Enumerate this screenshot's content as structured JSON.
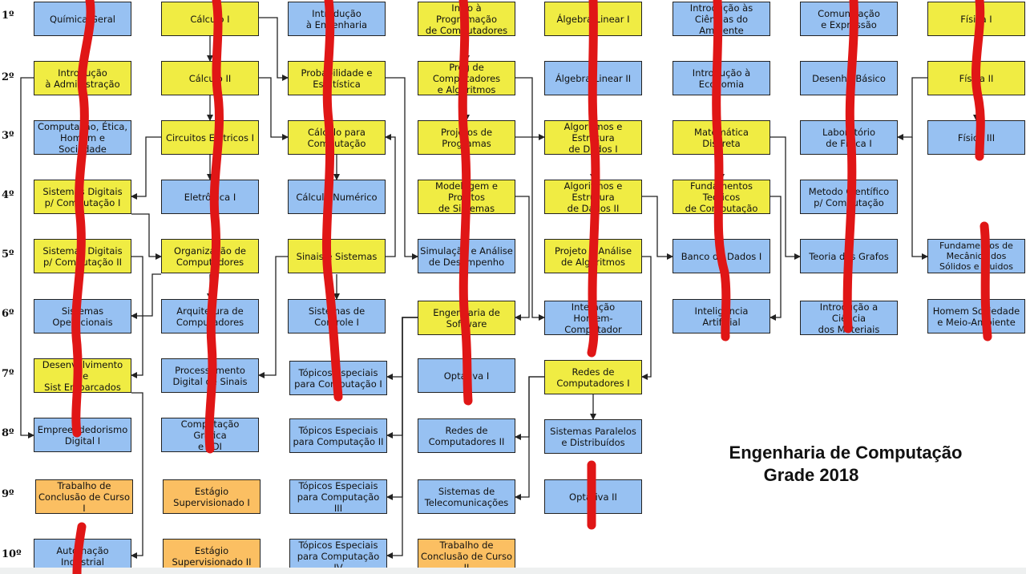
{
  "title": {
    "line1": "Engenharia de Computação",
    "line2": "Grade 2018"
  },
  "semesters": [
    "1º",
    "2º",
    "3º",
    "4º",
    "5º",
    "6º",
    "7º",
    "8º",
    "9º",
    "10º"
  ],
  "courses": [
    {
      "id": "quimica",
      "label": "Química Geral",
      "color": "blue"
    },
    {
      "id": "introadm",
      "label": "Introdução\nà Administração",
      "color": "yellow"
    },
    {
      "id": "computetica",
      "label": "Computação, Ética,\nHomem e Sociedade",
      "color": "blue"
    },
    {
      "id": "sistdig1",
      "label": "Sistemas Digitais\np/ Computação I",
      "color": "yellow"
    },
    {
      "id": "sistdig2",
      "label": "Sistemas Digitais\np/ Computação II",
      "color": "yellow"
    },
    {
      "id": "sistop",
      "label": "Sistemas Operacionais",
      "color": "blue"
    },
    {
      "id": "desenvemb",
      "label": "Desenvolvimento de\nSist Embarcados",
      "color": "yellow"
    },
    {
      "id": "empreend",
      "label": "Empreendedorismo\nDigital I",
      "color": "blue"
    },
    {
      "id": "tcc1",
      "label": "Trabalho de\nConclusão de Curso I",
      "color": "orange"
    },
    {
      "id": "automacao",
      "label": "Automação\nIndustrial",
      "color": "blue"
    },
    {
      "id": "calc1",
      "label": "Cálculo I",
      "color": "yellow"
    },
    {
      "id": "calc2",
      "label": "Cálculo II",
      "color": "yellow"
    },
    {
      "id": "circ1",
      "label": "Circuitos Elétricos I",
      "color": "yellow"
    },
    {
      "id": "eletronica",
      "label": "Eletrônica I",
      "color": "blue"
    },
    {
      "id": "orgcomp",
      "label": "Organização de\nComputadores",
      "color": "yellow"
    },
    {
      "id": "arqcomp",
      "label": "Arquitetura de\nComputadores",
      "color": "blue"
    },
    {
      "id": "procsinais",
      "label": "Processamento\nDigital de Sinais",
      "color": "blue"
    },
    {
      "id": "compgraf",
      "label": "Computação Gráfica\ne PDI",
      "color": "blue"
    },
    {
      "id": "estagio1",
      "label": "Estágio\nSupervisionado I",
      "color": "orange"
    },
    {
      "id": "estagio2",
      "label": "Estágio\nSupervisionado II",
      "color": "orange"
    },
    {
      "id": "introeng",
      "label": "Introdução\nà Engenharia",
      "color": "blue"
    },
    {
      "id": "probest",
      "label": "Probabilidade e\nEstatística",
      "color": "yellow"
    },
    {
      "id": "calccomp",
      "label": "Cálculo para\nComputação",
      "color": "yellow"
    },
    {
      "id": "calcnum",
      "label": "Cálculo Numérico",
      "color": "blue"
    },
    {
      "id": "sinais",
      "label": "Sinais e Sistemas",
      "color": "yellow"
    },
    {
      "id": "sistcontrole",
      "label": "Sistemas de\nControle I",
      "color": "blue"
    },
    {
      "id": "topicos1",
      "label": "Tópicos Especiais\npara Computação I",
      "color": "blue"
    },
    {
      "id": "topicos2",
      "label": "Tópicos Especiais\npara Computação II",
      "color": "blue"
    },
    {
      "id": "topicos3",
      "label": "Tópicos Especiais\npara Computação III",
      "color": "blue"
    },
    {
      "id": "topicos4",
      "label": "Tópicos Especiais\npara Computação IV",
      "color": "blue"
    },
    {
      "id": "introprog",
      "label": "Intro à Programação\nde Computadores",
      "color": "yellow"
    },
    {
      "id": "progalg",
      "label": "Prog de Computadores\ne Algoritmos",
      "color": "yellow"
    },
    {
      "id": "projprog",
      "label": "Projetos de Programas",
      "color": "yellow"
    },
    {
      "id": "modelagem",
      "label": "Modelagem e Projetos\nde Sistemas",
      "color": "yellow"
    },
    {
      "id": "simulacao",
      "label": "Simulação e Análise\nde Desempenho",
      "color": "blue"
    },
    {
      "id": "engsoft",
      "label": "Engenharia de\nSoftware",
      "color": "yellow"
    },
    {
      "id": "optativa1",
      "label": "Optativa I",
      "color": "blue"
    },
    {
      "id": "redes2",
      "label": "Redes de\nComputadores II",
      "color": "blue"
    },
    {
      "id": "telecom",
      "label": "Sistemas de\nTelecomunicações",
      "color": "blue"
    },
    {
      "id": "tcc2",
      "label": "Trabalho de\nConclusão de Curso II",
      "color": "orange"
    },
    {
      "id": "alglin1",
      "label": "Álgebra Linear I",
      "color": "yellow"
    },
    {
      "id": "alglin2",
      "label": "Álgebra Linear II",
      "color": "blue"
    },
    {
      "id": "aed1",
      "label": "Algoritmos e Estrutura\nde Dados I",
      "color": "yellow"
    },
    {
      "id": "aed2",
      "label": "Algoritmos e Estrutura\nde Dados II",
      "color": "yellow"
    },
    {
      "id": "projanalise",
      "label": "Projeto e Análise\nde Algoritmos",
      "color": "yellow"
    },
    {
      "id": "ihc",
      "label": "Interação\nHomem-Computador",
      "color": "blue"
    },
    {
      "id": "redes1",
      "label": "Redes de\nComputadores I",
      "color": "yellow"
    },
    {
      "id": "sistparalelos",
      "label": "Sistemas Paralelos\ne Distribuídos",
      "color": "blue"
    },
    {
      "id": "optativa2",
      "label": "Optativa II",
      "color": "blue"
    },
    {
      "id": "introambiente",
      "label": "Introdução às\nCiências do Ambiente",
      "color": "blue"
    },
    {
      "id": "introeconomia",
      "label": "Introdução à\nEconomia",
      "color": "blue"
    },
    {
      "id": "matdiscreta",
      "label": "Matemática\nDiscreta",
      "color": "yellow"
    },
    {
      "id": "fundteoricos",
      "label": "Fundamentos Teóricos\nde Computação",
      "color": "yellow"
    },
    {
      "id": "bancodados",
      "label": "Banco de Dados I",
      "color": "blue"
    },
    {
      "id": "ia",
      "label": "Inteligência Artificial",
      "color": "blue"
    },
    {
      "id": "comexpressao",
      "label": "Comunicação\ne Expressão",
      "color": "blue"
    },
    {
      "id": "desenho",
      "label": "Desenho Básico",
      "color": "blue"
    },
    {
      "id": "labfisica",
      "label": "Laboratório\nde Física I",
      "color": "blue"
    },
    {
      "id": "metodo",
      "label": "Metodo Científico\np/ Computação",
      "color": "blue"
    },
    {
      "id": "grafos",
      "label": "Teoria dos Grafos",
      "color": "blue"
    },
    {
      "id": "ciencmat",
      "label": "Introdução a Ciência\ndos Materiais",
      "color": "blue"
    },
    {
      "id": "fisica1",
      "label": "Física I",
      "color": "yellow"
    },
    {
      "id": "fisica2",
      "label": "Física II",
      "color": "yellow"
    },
    {
      "id": "fisica3",
      "label": "Física III",
      "color": "blue"
    },
    {
      "id": "fundmec",
      "label": "Fundamentos de\nMecânica dos\nSólidos e Fluidos",
      "color": "blue"
    },
    {
      "id": "homemsoc",
      "label": "Homem Sociedade\ne Meio-Ambiente",
      "color": "blue"
    }
  ],
  "colors": {
    "yellow": "#f0ec43",
    "blue": "#97c1f2",
    "orange": "#fbbf62",
    "marker": "#e01616",
    "line": "#222222"
  }
}
